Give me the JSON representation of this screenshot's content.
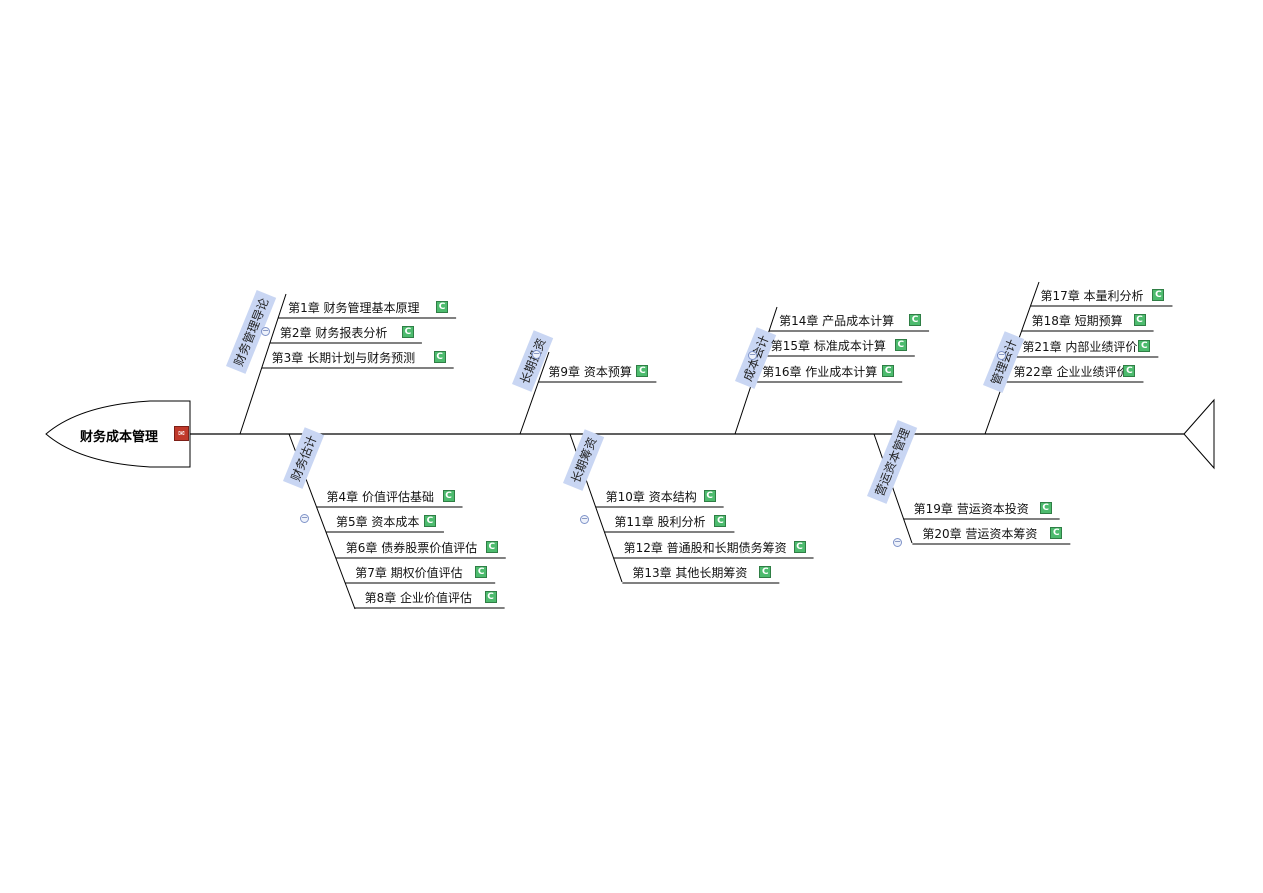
{
  "diagram": {
    "type": "fishbone",
    "root": {
      "label": "财务成本管理",
      "icon": "attachment-icon"
    },
    "categories": [
      {
        "id": "cat-1",
        "label": "财务管理导论",
        "side": "top",
        "items": [
          "第1章 财务管理基本原理",
          "第2章 财务报表分析",
          "第3章 长期计划与财务预测"
        ]
      },
      {
        "id": "cat-2",
        "label": "财务估计",
        "side": "bottom",
        "items": [
          "第4章 价值评估基础",
          "第5章 资本成本",
          "第6章 债券股票价值评估",
          "第7章 期权价值评估",
          "第8章 企业价值评估"
        ]
      },
      {
        "id": "cat-3",
        "label": "长期投资",
        "side": "top",
        "items": [
          "第9章 资本预算"
        ]
      },
      {
        "id": "cat-4",
        "label": "长期筹资",
        "side": "bottom",
        "items": [
          "第10章 资本结构",
          "第11章 股利分析",
          "第12章 普通股和长期债务筹资",
          "第13章 其他长期筹资"
        ]
      },
      {
        "id": "cat-5",
        "label": "成本会计",
        "side": "top",
        "items": [
          "第14章 产品成本计算",
          "第15章 标准成本计算",
          "第16章 作业成本计算"
        ]
      },
      {
        "id": "cat-6",
        "label": "营运资本管理",
        "side": "bottom",
        "items": [
          "第19章 营运资本投资",
          "第20章 营运资本筹资"
        ]
      },
      {
        "id": "cat-7",
        "label": "管理会计",
        "side": "top",
        "items": [
          "第17章 本量利分析",
          "第18章 短期预算",
          "第21章 内部业绩评价",
          "第22章 企业业绩评价"
        ]
      }
    ],
    "item_badge": "C",
    "collapse_glyph": "−",
    "colors": {
      "category_fill": "#c9d6f3",
      "badge_fill": "#4dbb6e",
      "root_icon_fill": "#c0392b",
      "line": "#000000"
    }
  }
}
